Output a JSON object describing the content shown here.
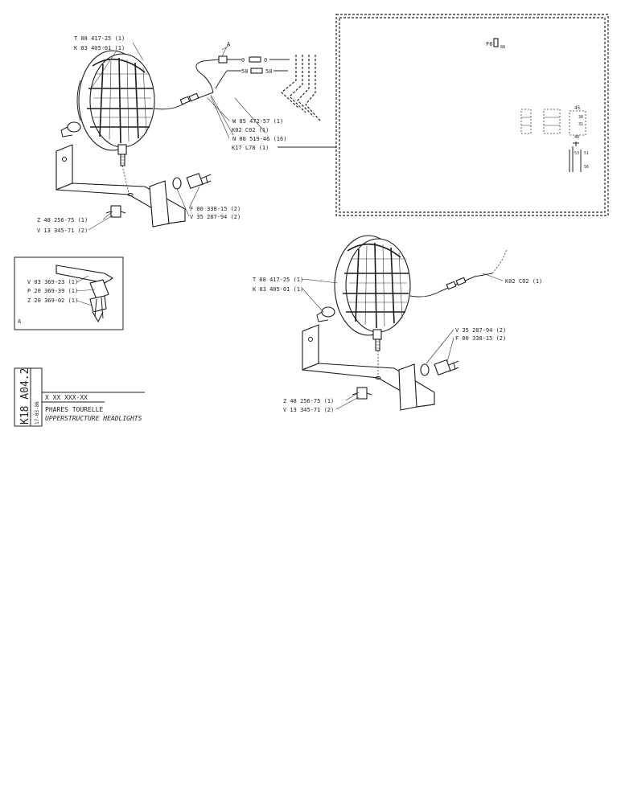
{
  "callout_a": "A",
  "upper_assembly": {
    "lamp_ref": "T 08 417-25 (1)",
    "bulb_ref": "K 03 405-01 (1)",
    "cable_ref": "W 85 472-57 (1)",
    "connector_ref": "K02 C02 (1)",
    "terminal_ref": "N 00 519-46 (16)",
    "harness_ref": "K17 L78 (1)",
    "bracket_ref": "Z 48 256-75 (1)",
    "clip_ref": "V 13 345-71 (2)",
    "bolt_ref": "F 00 338-15 (2)",
    "washer_ref": "V 35 287-94 (2)"
  },
  "detail_a": {
    "label": "A",
    "items": [
      "V 03 369-23 (1)",
      "P 20 369-39 (1)",
      "Z 20 369-02 (1)"
    ]
  },
  "lower_assembly": {
    "lamp_ref": "T 08 417-25 (1)",
    "bulb_ref": "K 03 405-01 (1)",
    "connector_ref": "K02 C02 (1)",
    "washer_ref": "V 35 287-94 (2)",
    "bolt_ref": "F 00 338-15 (2)",
    "bracket_ref": "Z 48 256-75 (1)",
    "clip_ref": "V 13 345-71 (2)"
  },
  "wiring": {
    "fuse": "F6",
    "fuse_rating": "8A",
    "terminals": [
      "45",
      "30",
      "31",
      "48",
      "53",
      "51",
      "56"
    ],
    "plug_pins": [
      "0",
      "50",
      "50",
      "0"
    ]
  },
  "title_block": {
    "sheet_code": "K18 A04.2",
    "date": "17-03-86",
    "part_number": "X XX XXX-XX",
    "title_fr": "PHARES TOURELLE",
    "title_en": "UPPERSTRUCTURE HEADLIGHTS"
  }
}
